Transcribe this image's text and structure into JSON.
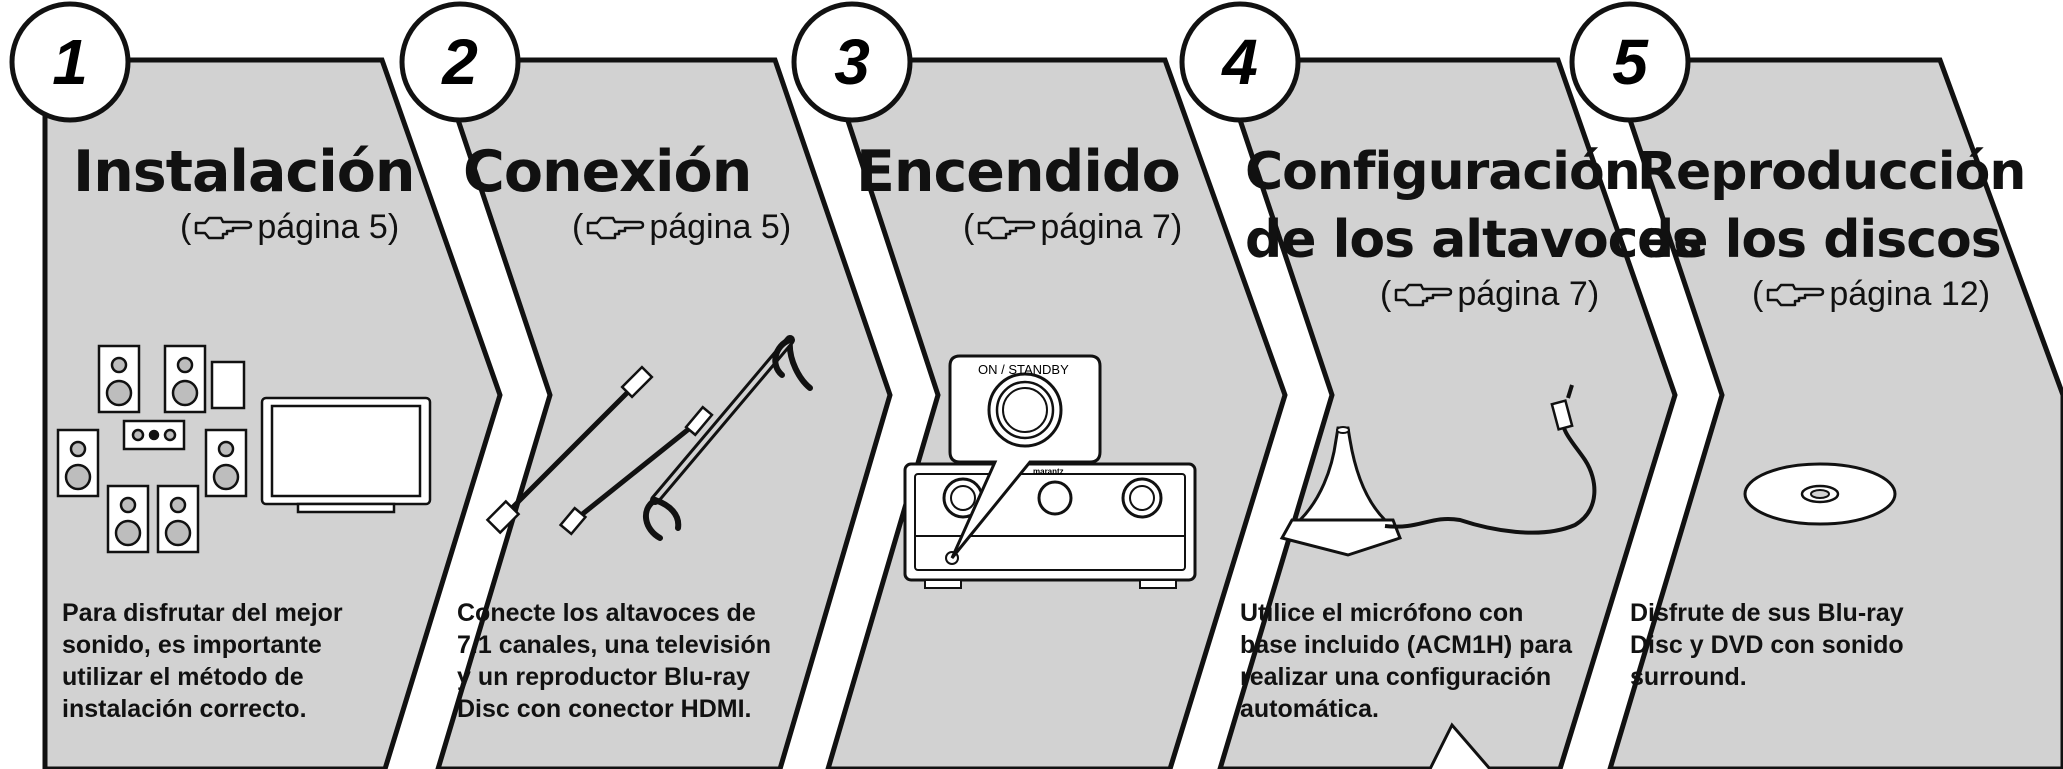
{
  "steps": [
    {
      "number": "1",
      "title": [
        "Instalación"
      ],
      "ref": {
        "page_word": "página",
        "page": "5"
      },
      "description": [
        "Para disfrutar del mejor",
        "sonido, es importante",
        "utilizar el método de",
        "instalación correcto."
      ],
      "illustration": "speakers-and-tv-icon"
    },
    {
      "number": "2",
      "title": [
        "Conexión"
      ],
      "ref": {
        "page_word": "página",
        "page": "5"
      },
      "description": [
        "Conecte los altavoces de",
        "7.1 canales, una televisión",
        "y un reproductor Blu-ray",
        "Disc con conector HDMI."
      ],
      "illustration": "cables-icon"
    },
    {
      "number": "3",
      "title": [
        "Encendido"
      ],
      "ref": {
        "page_word": "página",
        "page": "7"
      },
      "description": [],
      "illustration": "receiver-power-icon",
      "button_label": "ON / STANDBY",
      "brand": "marantz"
    },
    {
      "number": "4",
      "title": [
        "Configuración",
        "de los altavoces"
      ],
      "ref": {
        "page_word": "página",
        "page": "7"
      },
      "description": [
        "Utilice el micrófono con",
        "base incluido (ACM1H) para",
        "realizar una configuración",
        "automática."
      ],
      "illustration": "microphone-icon"
    },
    {
      "number": "5",
      "title": [
        "Reproducción",
        "de los discos"
      ],
      "ref": {
        "page_word": "página",
        "page": "12"
      },
      "description": [
        "Disfrute de sus Blu-ray",
        "Disc y DVD con sonido",
        "surround."
      ],
      "illustration": "disc-icon"
    }
  ],
  "colors": {
    "panel_fill": "#d2d2d2",
    "outline": "#111111",
    "background": "#ffffff"
  }
}
